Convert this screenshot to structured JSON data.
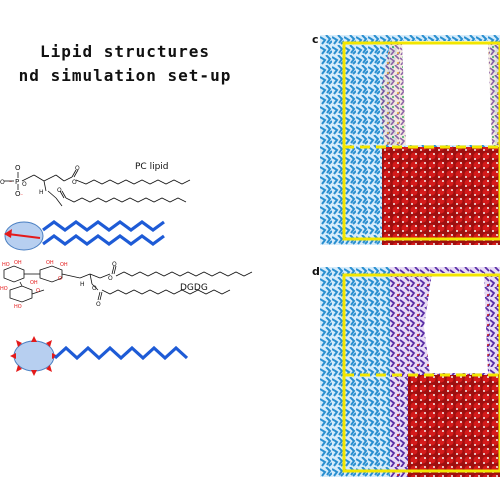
{
  "title": {
    "line1": "Lipid structures",
    "line2": "nd simulation set-up"
  },
  "labels": {
    "pc": "PC lipid",
    "dgdg": "DGDG",
    "panel_c": "c",
    "panel_d": "d"
  },
  "colors": {
    "tail": "#1e5bd6",
    "head_fill": "#b7cff0",
    "head_stroke": "#4a7fc2",
    "arrow": "#e41a1a",
    "box": "#f2e600",
    "water": "#d41a1a",
    "lipid_blue": "#2a8fd0",
    "lipid_purple": "#5a2ea6"
  }
}
